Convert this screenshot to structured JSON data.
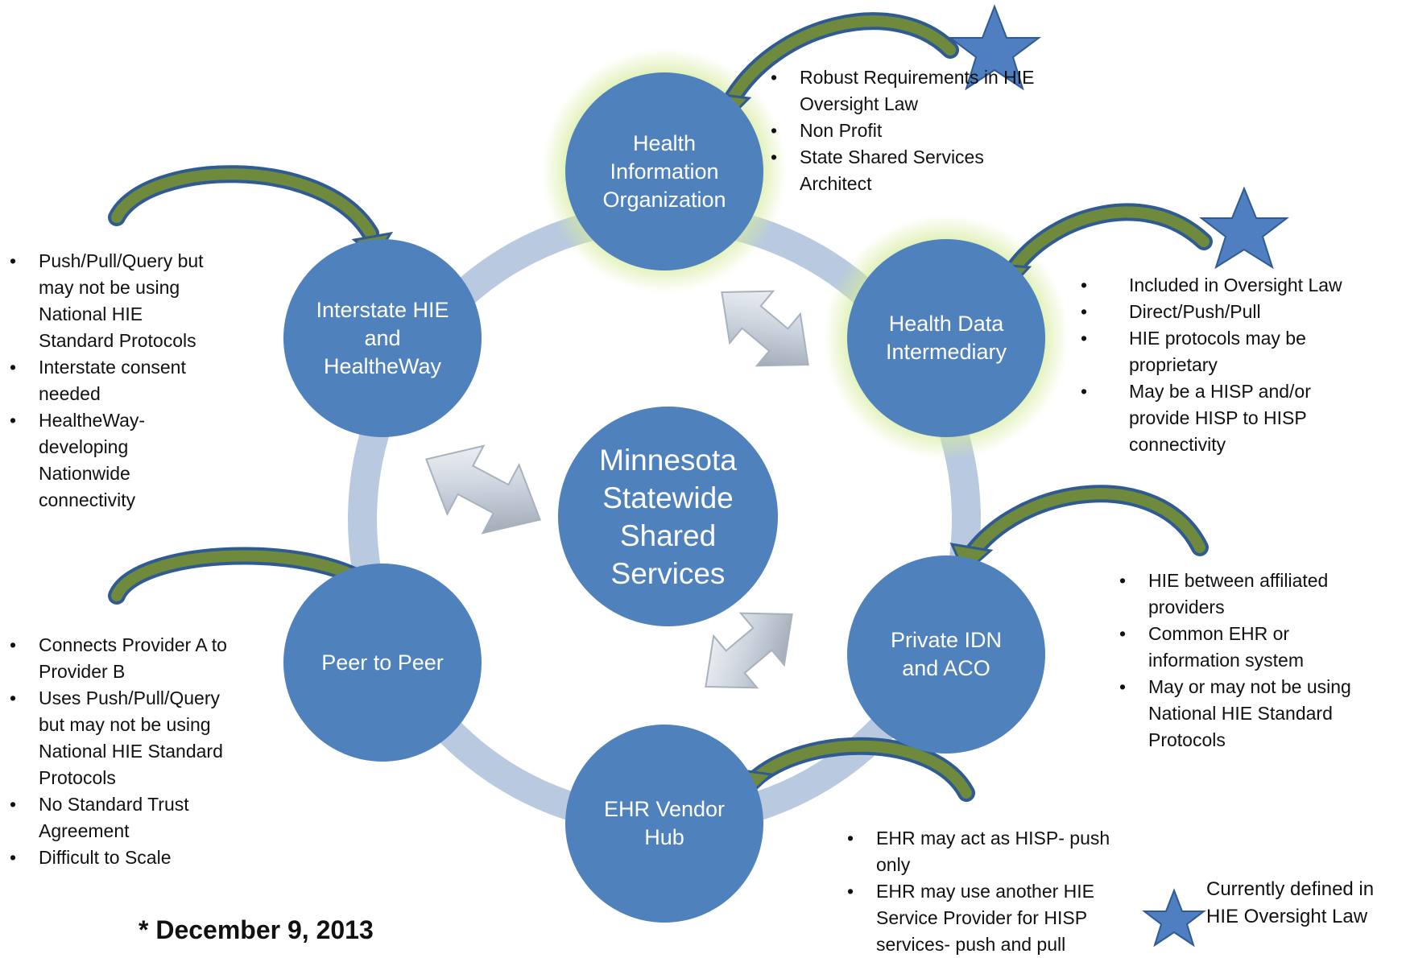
{
  "nodes": {
    "center": {
      "label": "Minnesota\nStatewide\nShared\nServices"
    },
    "hio": {
      "label": "Health\nInformation\nOrganization"
    },
    "hdi": {
      "label": "Health Data\nIntermediary"
    },
    "idn": {
      "label": "Private IDN\nand ACO"
    },
    "ehr": {
      "label": "EHR Vendor\nHub"
    },
    "p2p": {
      "label": "Peer to Peer"
    },
    "interstate": {
      "label": "Interstate HIE\nand\nHealtheWay"
    }
  },
  "notes": {
    "hio": [
      "Robust Requirements in HIE Oversight Law",
      "Non Profit",
      "State Shared Services Architect"
    ],
    "hdi": [
      "Included in Oversight Law",
      "Direct/Push/Pull",
      "HIE protocols may be proprietary",
      "May be a HISP and/or provide HISP to HISP connectivity"
    ],
    "idn": [
      "HIE between affiliated providers",
      "Common EHR or information system",
      "May or may not be using National HIE Standard Protocols"
    ],
    "ehr": [
      "EHR may act as HISP- push only",
      "EHR may use another HIE Service Provider  for HISP services- push and pull"
    ],
    "p2p": [
      "Connects Provider A to Provider B",
      "Uses Push/Pull/Query but may not be using National HIE Standard Protocols",
      "No Standard Trust Agreement",
      "Difficult to Scale"
    ],
    "interstate": [
      "Push/Pull/Query but may not be using National HIE Standard Protocols",
      "Interstate consent needed",
      "HealtheWay- developing Nationwide connectivity"
    ]
  },
  "date_note": "* December 9, 2013",
  "legend": {
    "text": "Currently defined in\nHIE Oversight Law"
  },
  "colors": {
    "node": "#4f81bd",
    "ring": "#b9c9e0",
    "glow": "#d4eb9a",
    "arrow": "#6f8a3c",
    "arrow_edge": "#2f5b92",
    "star": "#4f7fc0"
  }
}
